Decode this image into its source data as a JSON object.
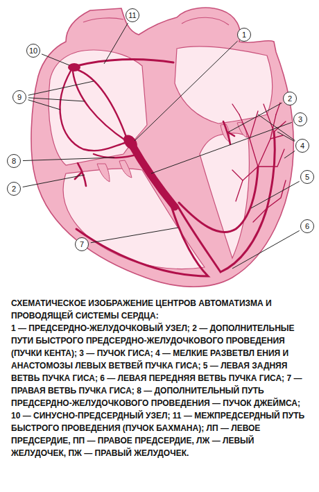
{
  "diagram": {
    "title": "СХЕМАТИЧЕСКОЕ ИЗОБРАЖЕНИЕ ЦЕНТРОВ АВТОМАТИЗМА И ПРОВОДЯЩЕЙ СИСТЕМЫ СЕРДЦА:",
    "caption": "1 — ПРЕДСЕРДНО-ЖЕЛУДОЧКОВЫЙ УЗЕЛ; 2 — ДОПОЛНИТЕЛЬНЫЕ ПУТИ БЫСТРОГО ПРЕДСЕРДНО-ЖЕЛУДОЧКОВОГО ПРОВЕДЕНИЯ (ПУЧКИ КЕНТА); 3 — ПУЧОК ГИСА; 4 — МЕЛКИЕ РАЗВЕТВЛ ЕНИЯ И АНАСТОМОЗЫ ЛЕВЫХ ВЕТВЕЙ ПУЧКА ГИСА; 5 — ЛЕВАЯ ЗАДНЯЯ ВЕТВЬ ПУЧКА ГИСА; 6 — ЛЕВАЯ ПЕРЕДНЯЯ ВЕТВЬ ПУЧКА ГИСА; 7 — ПРАВАЯ ВЕТВЬ ПУЧКА ГИСА; 8 — ДОПОЛНИТЕЛЬНЫЙ ПУТЬ ПРЕДСЕРДНО-ЖЕЛУДОЧКОВОГО ПРОВЕДЕНИЯ — ПУЧОК ДЖЕЙМСА; 10 — СИНУСНО-ПРЕДСЕРДНЫЙ УЗЕЛ; 11 — МЕЖПРЕДСЕРДНЫЙ ПУТЬ БЫСТРОГО ПРОВЕДЕНИЯ (ПУЧОК БАХМАНА); ЛП — ЛЕВОЕ ПРЕДСЕРДИЕ, ПП — ПРАВОЕ ПРЕДСЕРДИЕ, ЛЖ — ЛЕВЫЙ ЖЕЛУДОЧЕК, ПЖ — ПРАВЫЙ ЖЕЛУДОЧЕК.",
    "labels": [
      "11",
      "10",
      "1",
      "2",
      "3",
      "9",
      "4",
      "8",
      "5",
      "2",
      "6",
      "7"
    ]
  }
}
